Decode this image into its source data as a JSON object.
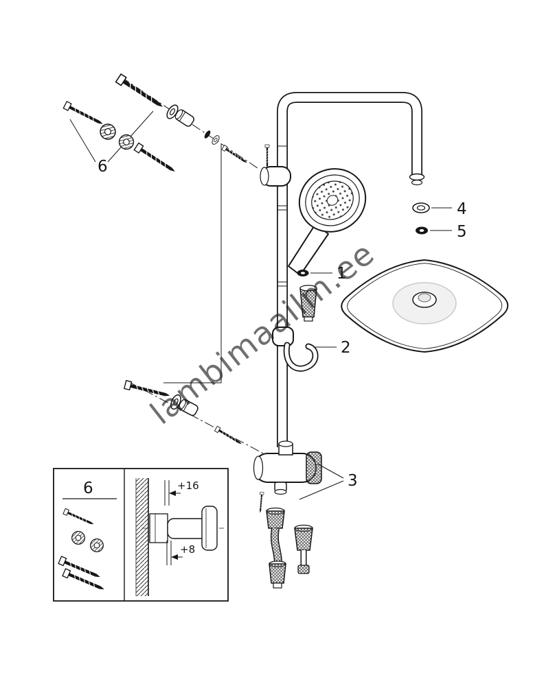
{
  "watermark": {
    "text": "lambimaailm.ee",
    "color": "#b7babc"
  },
  "callouts": {
    "c1": "1",
    "c2": "2",
    "c3": "3",
    "c4": "4",
    "c5": "5",
    "c6": "6"
  },
  "detail_box": {
    "label": "6",
    "dim_top": "+16",
    "dim_bottom": "+8"
  },
  "colors": {
    "line": "#161616",
    "background": "#ffffff"
  }
}
